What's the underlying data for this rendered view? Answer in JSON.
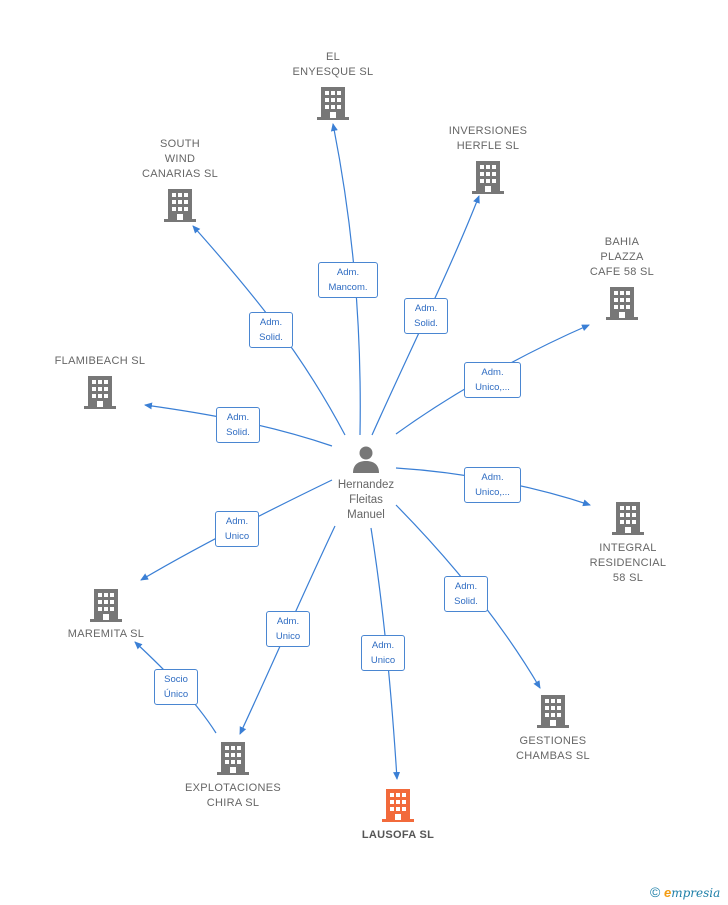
{
  "colors": {
    "edge": "#3a7fd5",
    "building": "#777777",
    "focus_building": "#f26a3b"
  },
  "center": {
    "name": "Hernandez\nFleitas\nManuel",
    "icon": "person-icon"
  },
  "companies": [
    {
      "id": "el-enyesque",
      "name": "EL\nENYESQUE  SL"
    },
    {
      "id": "south-wind",
      "name": "SOUTH\nWIND\nCANARIAS SL"
    },
    {
      "id": "inversiones-herfle",
      "name": "INVERSIONES\nHERFLE  SL"
    },
    {
      "id": "bahia-plazza",
      "name": "BAHIA\nPLAZZA\nCAFE 58  SL"
    },
    {
      "id": "flamibeach",
      "name": "FLAMIBEACH SL"
    },
    {
      "id": "integral-residencial",
      "name": "INTEGRAL\nRESIDENCIAL\n58  SL"
    },
    {
      "id": "maremita",
      "name": "MAREMITA SL"
    },
    {
      "id": "gestiones-chambas",
      "name": "GESTIONES\nCHAMBAS  SL"
    },
    {
      "id": "explotaciones-chira",
      "name": "EXPLOTACIONES\nCHIRA  SL"
    },
    {
      "id": "lausofa",
      "name": "LAUSOFA  SL",
      "focus": true
    }
  ],
  "relations": [
    {
      "to": "el-enyesque",
      "label": "Adm.\nMancom."
    },
    {
      "to": "south-wind",
      "label": "Adm.\nSolid."
    },
    {
      "to": "inversiones-herfle",
      "label": "Adm.\nSolid."
    },
    {
      "to": "bahia-plazza",
      "label": "Adm.\nUnico,..."
    },
    {
      "to": "flamibeach",
      "label": "Adm.\nSolid."
    },
    {
      "to": "integral-residencial",
      "label": "Adm.\nUnico,..."
    },
    {
      "to": "maremita",
      "label": "Adm.\nUnico"
    },
    {
      "to": "gestiones-chambas",
      "label": "Adm.\nSolid."
    },
    {
      "to": "explotaciones-chira",
      "label": "Adm.\nUnico"
    },
    {
      "to": "lausofa",
      "label": "Adm.\nUnico"
    },
    {
      "from": "explotaciones-chira",
      "to": "maremita",
      "label": "Socio\nÚnico"
    }
  ],
  "brand": {
    "copyright": "©",
    "initial": "e",
    "rest": "mpresia"
  }
}
